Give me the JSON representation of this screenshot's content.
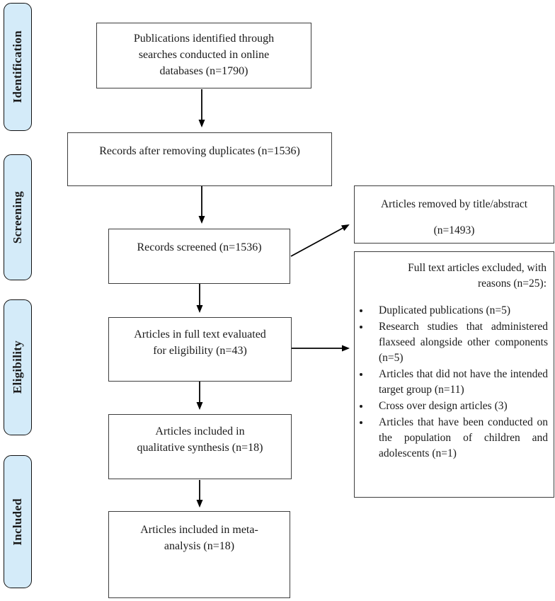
{
  "stages": [
    "Identification",
    "Screening",
    "Eligibility",
    "Included"
  ],
  "boxes": {
    "identified": {
      "lines": [
        "Publications identified through",
        "searches conducted in online",
        "databases (n=1790)"
      ]
    },
    "deduplicated": {
      "lines": [
        "Records after removing duplicates (n=1536)"
      ]
    },
    "screened": {
      "lines": [
        "Records screened (n=1536)"
      ]
    },
    "fulltext_evaluated": {
      "lines": [
        "Articles in full text evaluated",
        "for eligibility (n=43)"
      ]
    },
    "qualitative_synthesis": {
      "lines": [
        "Articles included in",
        "qualitative synthesis (n=18)"
      ]
    },
    "meta_analysis": {
      "lines": [
        "Articles included in meta-",
        "analysis (n=18)"
      ]
    }
  },
  "exclusions_title_abstract": {
    "line1": "Articles removed by title/abstract",
    "line2": "(n=1493)"
  },
  "exclusions_fulltext": {
    "header_line1": "Full text articles excluded, with",
    "header_line2": "reasons (n=25):",
    "reasons": [
      "Duplicated publications (n=5)",
      "Research studies that administered flaxseed alongside other components (n=5)",
      "Articles that did not have the intended target group (n=11)",
      "Cross over design articles (3)",
      "Articles that have been conducted on the population of children and adolescents (n=1)"
    ]
  },
  "colors": {
    "stage_fill": "#d4ebf9",
    "box_border": "#3d3d3d",
    "arrow": "#000000"
  }
}
